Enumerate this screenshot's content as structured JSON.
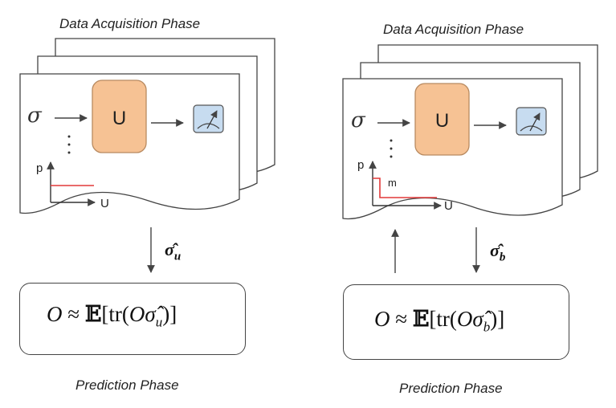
{
  "panels": [
    {
      "title": "Data Acquisition Phase",
      "input_symbol": "σ",
      "unitary_label": "U",
      "plot": {
        "y_label": "p",
        "x_label": "U",
        "marker": ""
      },
      "estimator": {
        "base": "σ̂",
        "sub": "u"
      },
      "formula": {
        "lhs": "O",
        "approx": "≈",
        "expectation": "𝔼",
        "open": "[tr(",
        "op": "O",
        "hat": "σ̂",
        "sub": "u",
        "close": ")]"
      },
      "prediction_label": "Prediction Phase",
      "feedback_arrow": false
    },
    {
      "title": "Data Acquisition Phase",
      "input_symbol": "σ",
      "unitary_label": "U",
      "plot": {
        "y_label": "p",
        "x_label": "U",
        "marker": "m"
      },
      "estimator": {
        "base": "σ̂",
        "sub": "b"
      },
      "formula": {
        "lhs": "O",
        "approx": "≈",
        "expectation": "𝔼",
        "open": "[tr(",
        "op": "O",
        "hat": "σ̂",
        "sub": "b",
        "close": ")]"
      },
      "prediction_label": "Prediction Phase",
      "feedback_arrow": true
    }
  ],
  "colors": {
    "unitary_fill": "#f6c294",
    "unitary_stroke": "#b88a60",
    "meter_fill": "#c7dcf0",
    "distribution_line": "#e23838",
    "line": "#444444"
  }
}
